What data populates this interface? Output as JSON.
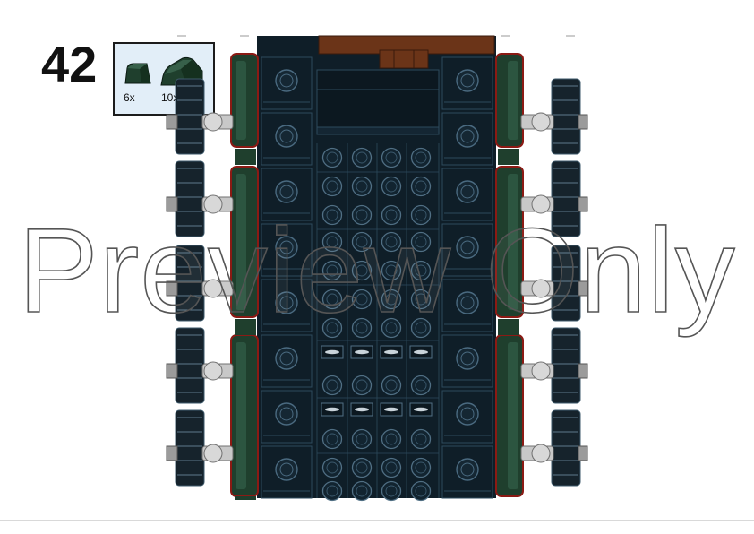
{
  "instruction_step": {
    "number": "42",
    "parts": [
      {
        "icon": "slope-1x1-icon",
        "color": "#1f3f2d",
        "quantity": "6x"
      },
      {
        "icon": "slope-1x2-icon",
        "color": "#1f3f2d",
        "quantity": "10x"
      }
    ]
  },
  "model_colors": {
    "dark_blue_black": "#0f1e28",
    "dark_green": "#1f3f2d",
    "outline_red": "#8b1a14",
    "reddish_brown": "#6b3418",
    "light_gray": "#c8c8c8"
  },
  "watermark": {
    "text": "Preview Only"
  }
}
